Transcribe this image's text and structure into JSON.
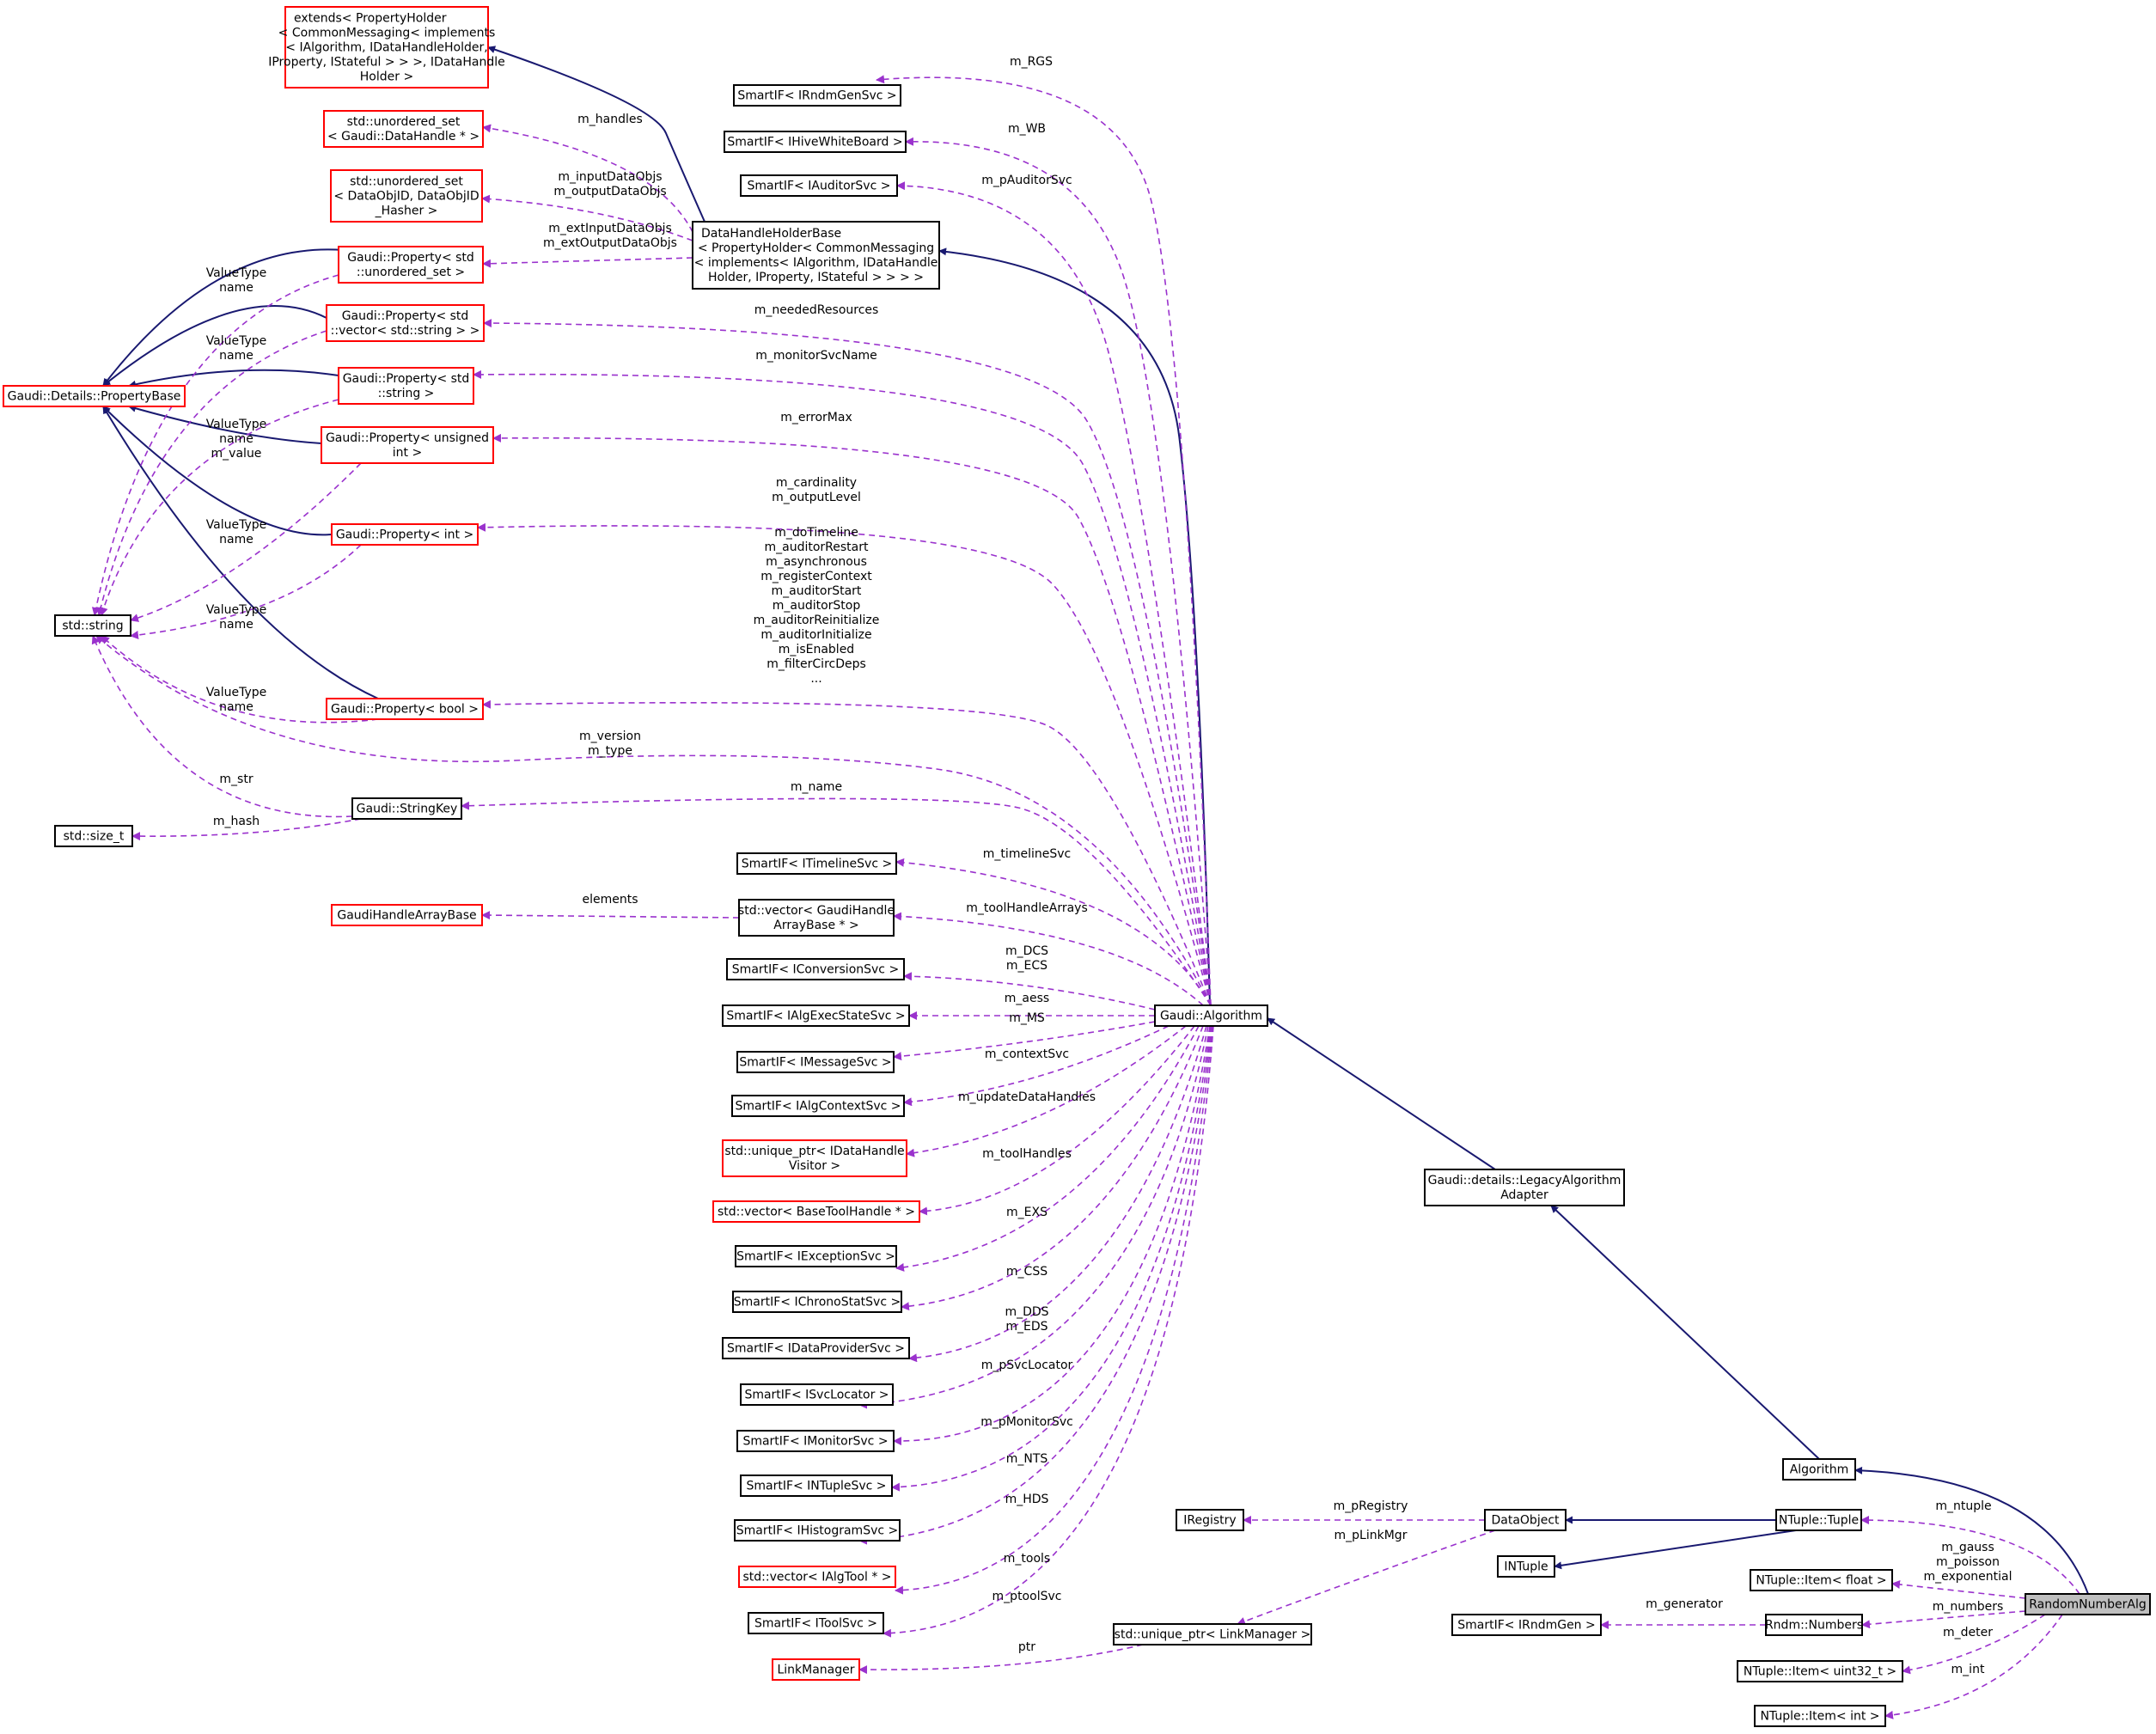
{
  "colors": {
    "inherit_edge": "#191970",
    "usage_edge": "#9a32cd",
    "box_complete": "#000000",
    "box_incomplete": "#ff0000",
    "box_highlight_fill": "#bfbfbf"
  },
  "nodes": [
    {
      "id": "extends",
      "lines": [
        "extends< PropertyHolder",
        "< CommonMessaging< implements",
        "< IAlgorithm, IDataHandleHolder,",
        "IProperty, IStateful > > >, IDataHandle",
        "Holder >"
      ],
      "style": "red"
    },
    {
      "id": "unordered_set_dh",
      "lines": [
        "std::unordered_set",
        "< Gaudi::DataHandle * >"
      ],
      "style": "red"
    },
    {
      "id": "unordered_set_dobj",
      "lines": [
        "std::unordered_set",
        "< DataObjID, DataObjID",
        "_Hasher >"
      ],
      "style": "red"
    },
    {
      "id": "prop_unordered_set",
      "lines": [
        "Gaudi::Property< std",
        "::unordered_set >"
      ],
      "style": "red"
    },
    {
      "id": "prop_vector_string",
      "lines": [
        "Gaudi::Property< std",
        "::vector< std::string > >"
      ],
      "style": "red"
    },
    {
      "id": "property_base",
      "lines": [
        "Gaudi::Details::PropertyBase"
      ],
      "style": "red"
    },
    {
      "id": "prop_string",
      "lines": [
        "Gaudi::Property< std",
        "::string >"
      ],
      "style": "red"
    },
    {
      "id": "prop_uint",
      "lines": [
        "Gaudi::Property< unsigned",
        "int >"
      ],
      "style": "red"
    },
    {
      "id": "prop_int",
      "lines": [
        "Gaudi::Property< int >"
      ],
      "style": "red"
    },
    {
      "id": "std_string",
      "lines": [
        "std::string"
      ],
      "style": "black"
    },
    {
      "id": "prop_bool",
      "lines": [
        "Gaudi::Property< bool >"
      ],
      "style": "red"
    },
    {
      "id": "string_key",
      "lines": [
        "Gaudi::StringKey"
      ],
      "style": "black"
    },
    {
      "id": "size_t",
      "lines": [
        "std::size_t"
      ],
      "style": "black"
    },
    {
      "id": "handle_array_base",
      "lines": [
        "GaudiHandleArrayBase"
      ],
      "style": "red"
    },
    {
      "id": "sif_rndmgensvc",
      "lines": [
        "SmartIF< IRndmGenSvc >"
      ],
      "style": "black"
    },
    {
      "id": "sif_hivewb",
      "lines": [
        "SmartIF< IHiveWhiteBoard >"
      ],
      "style": "black"
    },
    {
      "id": "sif_auditorsvc",
      "lines": [
        "SmartIF< IAuditorSvc >"
      ],
      "style": "black"
    },
    {
      "id": "dh_holder_base",
      "lines": [
        "DataHandleHolderBase",
        "< PropertyHolder< CommonMessaging",
        "< implements< IAlgorithm, IDataHandle",
        "Holder, IProperty, IStateful > > > >"
      ],
      "style": "black"
    },
    {
      "id": "sif_timelinesvc",
      "lines": [
        "SmartIF< ITimelineSvc >"
      ],
      "style": "black"
    },
    {
      "id": "vec_handle_array",
      "lines": [
        "std::vector< GaudiHandle",
        "ArrayBase * >"
      ],
      "style": "black"
    },
    {
      "id": "sif_conversionsvc",
      "lines": [
        "SmartIF< IConversionSvc >"
      ],
      "style": "black"
    },
    {
      "id": "sif_algexecstatesvc",
      "lines": [
        "SmartIF< IAlgExecStateSvc >"
      ],
      "style": "black"
    },
    {
      "id": "sif_messagesvc",
      "lines": [
        "SmartIF< IMessageSvc >"
      ],
      "style": "black"
    },
    {
      "id": "sif_algcontextsvc",
      "lines": [
        "SmartIF< IAlgContextSvc >"
      ],
      "style": "black"
    },
    {
      "id": "uptr_dh_visitor",
      "lines": [
        "std::unique_ptr< IDataHandle",
        "Visitor >"
      ],
      "style": "red"
    },
    {
      "id": "vec_basetoolhandle",
      "lines": [
        "std::vector< BaseToolHandle * >"
      ],
      "style": "red"
    },
    {
      "id": "sif_exceptionsvc",
      "lines": [
        "SmartIF< IExceptionSvc >"
      ],
      "style": "black"
    },
    {
      "id": "sif_chronostatsvc",
      "lines": [
        "SmartIF< IChronoStatSvc >"
      ],
      "style": "black"
    },
    {
      "id": "sif_dataprovidersvc",
      "lines": [
        "SmartIF< IDataProviderSvc >"
      ],
      "style": "black"
    },
    {
      "id": "sif_svclocator",
      "lines": [
        "SmartIF< ISvcLocator >"
      ],
      "style": "black"
    },
    {
      "id": "sif_monitorsvc",
      "lines": [
        "SmartIF< IMonitorSvc >"
      ],
      "style": "black"
    },
    {
      "id": "sif_ntuplesvc",
      "lines": [
        "SmartIF< INTupleSvc >"
      ],
      "style": "black"
    },
    {
      "id": "sif_histogramsvc",
      "lines": [
        "SmartIF< IHistogramSvc >"
      ],
      "style": "black"
    },
    {
      "id": "vec_algtool",
      "lines": [
        "std::vector< IAlgTool * >"
      ],
      "style": "red"
    },
    {
      "id": "sif_toolsvc",
      "lines": [
        "SmartIF< IToolSvc >"
      ],
      "style": "black"
    },
    {
      "id": "link_manager",
      "lines": [
        "LinkManager"
      ],
      "style": "red"
    },
    {
      "id": "uptr_linkmanager",
      "lines": [
        "std::unique_ptr< LinkManager >"
      ],
      "style": "black"
    },
    {
      "id": "iregistry",
      "lines": [
        "IRegistry"
      ],
      "style": "black"
    },
    {
      "id": "data_object",
      "lines": [
        "DataObject"
      ],
      "style": "black"
    },
    {
      "id": "intuple",
      "lines": [
        "INTuple"
      ],
      "style": "black"
    },
    {
      "id": "gaudi_algorithm",
      "lines": [
        "Gaudi::Algorithm"
      ],
      "style": "black"
    },
    {
      "id": "legacy_adapter",
      "lines": [
        "Gaudi::details::LegacyAlgorithm",
        "Adapter"
      ],
      "style": "black"
    },
    {
      "id": "algorithm",
      "lines": [
        "Algorithm"
      ],
      "style": "black"
    },
    {
      "id": "ntuple_tuple",
      "lines": [
        "NTuple::Tuple"
      ],
      "style": "black"
    },
    {
      "id": "ntuple_item_float",
      "lines": [
        "NTuple::Item< float >"
      ],
      "style": "black"
    },
    {
      "id": "random_number_alg",
      "lines": [
        "RandomNumberAlg"
      ],
      "style": "highlight"
    },
    {
      "id": "sif_rndmgen",
      "lines": [
        "SmartIF< IRndmGen >"
      ],
      "style": "black"
    },
    {
      "id": "rndm_numbers",
      "lines": [
        "Rndm::Numbers"
      ],
      "style": "black"
    },
    {
      "id": "ntuple_item_uint32",
      "lines": [
        "NTuple::Item< uint32_t >"
      ],
      "style": "black"
    },
    {
      "id": "ntuple_item_int",
      "lines": [
        "NTuple::Item< int >"
      ],
      "style": "black"
    }
  ],
  "edge_labels": [
    {
      "id": "m_handles",
      "lines": [
        "m_handles"
      ]
    },
    {
      "id": "m_inputDataObjs",
      "lines": [
        "m_inputDataObjs",
        "m_outputDataObjs"
      ]
    },
    {
      "id": "m_extInputDataObjs",
      "lines": [
        "m_extInputDataObjs",
        "m_extOutputDataObjs"
      ]
    },
    {
      "id": "valuetype_uset",
      "lines": [
        "ValueType",
        "name"
      ]
    },
    {
      "id": "valuetype_vec",
      "lines": [
        "ValueType",
        "name"
      ]
    },
    {
      "id": "valuetype_str",
      "lines": [
        "ValueType",
        "name",
        "m_value"
      ]
    },
    {
      "id": "valuetype_uint",
      "lines": [
        "ValueType",
        "name"
      ]
    },
    {
      "id": "valuetype_int",
      "lines": [
        "ValueType",
        "name"
      ]
    },
    {
      "id": "valuetype_bool",
      "lines": [
        "ValueType",
        "name"
      ]
    },
    {
      "id": "m_RGS",
      "lines": [
        "m_RGS"
      ]
    },
    {
      "id": "m_WB",
      "lines": [
        "m_WB"
      ]
    },
    {
      "id": "m_pAuditorSvc",
      "lines": [
        "m_pAuditorSvc"
      ]
    },
    {
      "id": "m_neededResources",
      "lines": [
        "m_neededResources"
      ]
    },
    {
      "id": "m_monitorSvcName",
      "lines": [
        "m_monitorSvcName"
      ]
    },
    {
      "id": "m_errorMax",
      "lines": [
        "m_errorMax"
      ]
    },
    {
      "id": "m_cardinality",
      "lines": [
        "m_cardinality",
        "m_outputLevel"
      ]
    },
    {
      "id": "m_doTimeline",
      "lines": [
        "m_doTimeline",
        "m_auditorRestart",
        "m_asynchronous",
        "m_registerContext",
        "m_auditorStart",
        "m_auditorStop",
        "m_auditorReinitialize",
        "m_auditorInitialize",
        "m_isEnabled",
        "m_filterCircDeps",
        "..."
      ]
    },
    {
      "id": "m_version",
      "lines": [
        "m_version",
        "m_type"
      ]
    },
    {
      "id": "m_str",
      "lines": [
        "m_str"
      ]
    },
    {
      "id": "m_name",
      "lines": [
        "m_name"
      ]
    },
    {
      "id": "m_hash",
      "lines": [
        "m_hash"
      ]
    },
    {
      "id": "m_timelineSvc",
      "lines": [
        "m_timelineSvc"
      ]
    },
    {
      "id": "elements",
      "lines": [
        "elements"
      ]
    },
    {
      "id": "m_toolHandleArrays",
      "lines": [
        "m_toolHandleArrays"
      ]
    },
    {
      "id": "m_DCS",
      "lines": [
        "m_DCS",
        "m_ECS"
      ]
    },
    {
      "id": "m_aess",
      "lines": [
        "m_aess"
      ]
    },
    {
      "id": "m_MS",
      "lines": [
        "m_MS"
      ]
    },
    {
      "id": "m_contextSvc",
      "lines": [
        "m_contextSvc"
      ]
    },
    {
      "id": "m_updateDataHandles",
      "lines": [
        "m_updateDataHandles"
      ]
    },
    {
      "id": "m_toolHandles",
      "lines": [
        "m_toolHandles"
      ]
    },
    {
      "id": "m_EXS",
      "lines": [
        "m_EXS"
      ]
    },
    {
      "id": "m_CSS",
      "lines": [
        "m_CSS"
      ]
    },
    {
      "id": "m_DDS",
      "lines": [
        "m_DDS",
        "m_EDS"
      ]
    },
    {
      "id": "m_pSvcLocator",
      "lines": [
        "m_pSvcLocator"
      ]
    },
    {
      "id": "m_pMonitorSvc",
      "lines": [
        "m_pMonitorSvc"
      ]
    },
    {
      "id": "m_NTS",
      "lines": [
        "m_NTS"
      ]
    },
    {
      "id": "m_HDS",
      "lines": [
        "m_HDS"
      ]
    },
    {
      "id": "m_tools",
      "lines": [
        "m_tools"
      ]
    },
    {
      "id": "m_ptoolSvc",
      "lines": [
        "m_ptoolSvc"
      ]
    },
    {
      "id": "ptr",
      "lines": [
        "ptr"
      ]
    },
    {
      "id": "m_pRegistry",
      "lines": [
        "m_pRegistry"
      ]
    },
    {
      "id": "m_pLinkMgr",
      "lines": [
        "m_pLinkMgr"
      ]
    },
    {
      "id": "m_ntuple",
      "lines": [
        "m_ntuple"
      ]
    },
    {
      "id": "m_gauss",
      "lines": [
        "m_gauss",
        "m_poisson",
        "m_exponential"
      ]
    },
    {
      "id": "m_generator",
      "lines": [
        "m_generator"
      ]
    },
    {
      "id": "m_numbers",
      "lines": [
        "m_numbers"
      ]
    },
    {
      "id": "m_deter",
      "lines": [
        "m_deter"
      ]
    },
    {
      "id": "m_int",
      "lines": [
        "m_int"
      ]
    }
  ]
}
